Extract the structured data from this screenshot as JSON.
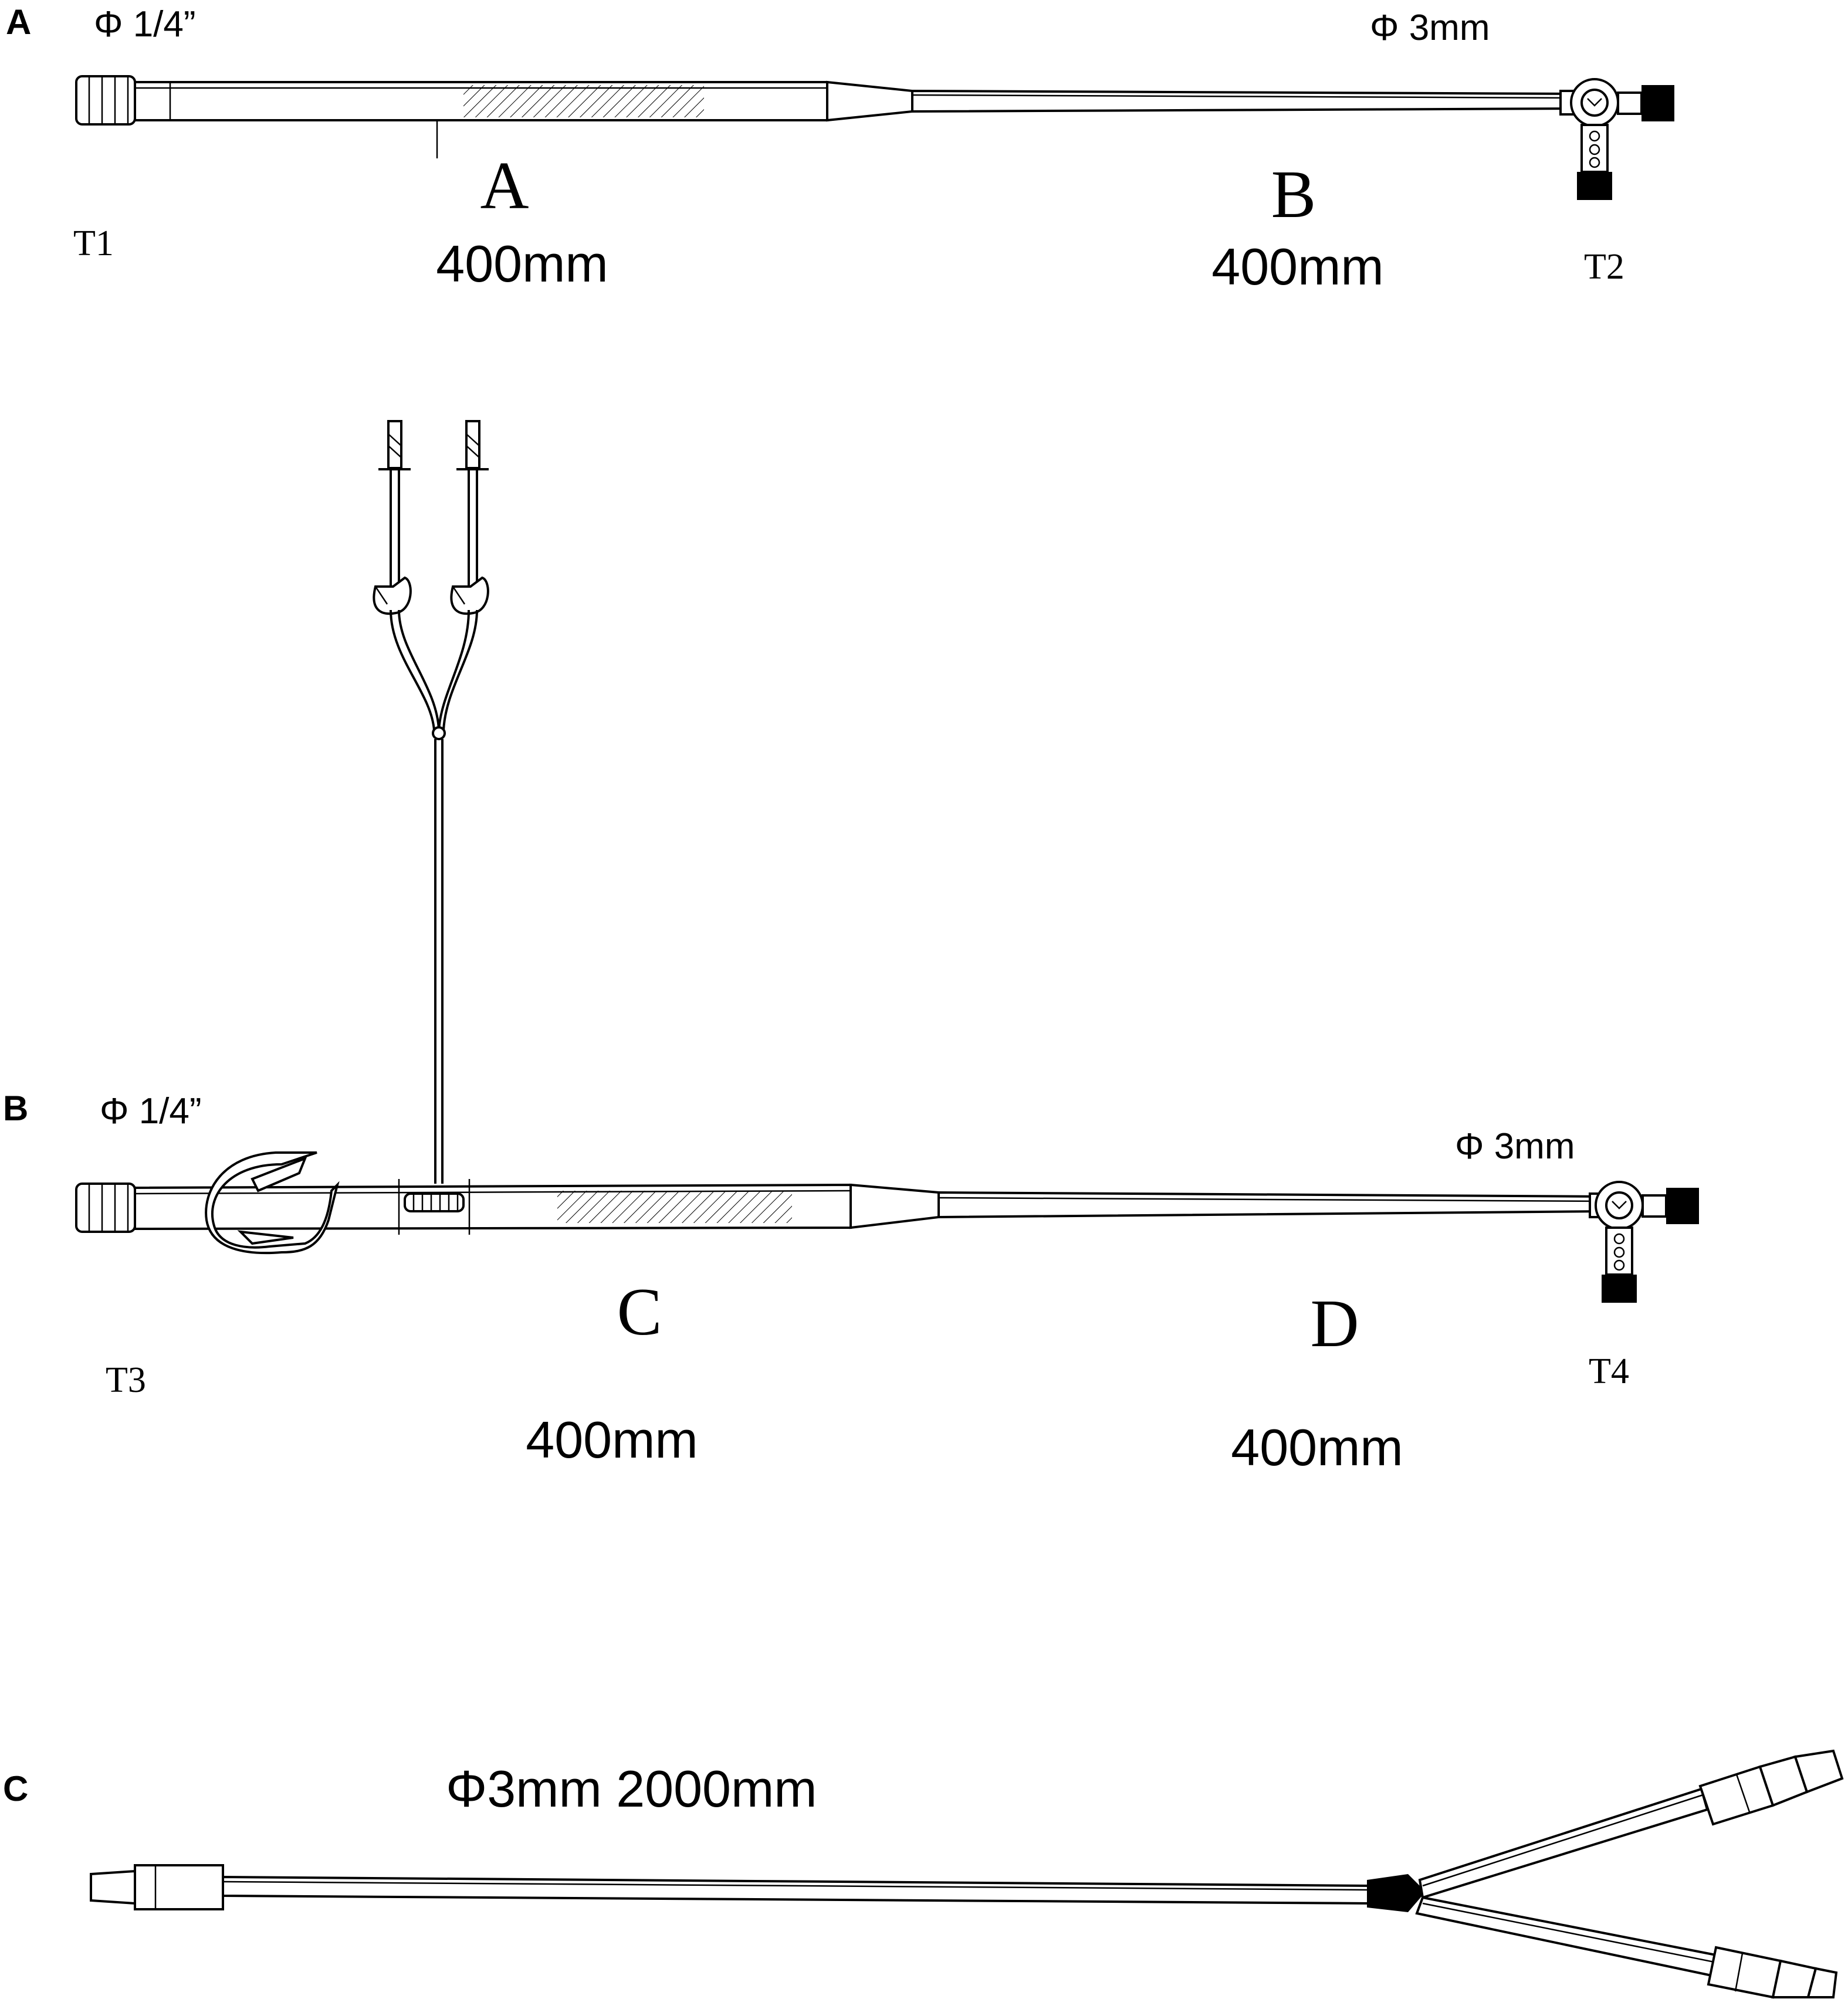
{
  "panels": [
    {
      "letter": "A",
      "dia_left": "Φ 1/4”",
      "dia_right": "Φ 3mm",
      "segments": [
        {
          "letter": "A",
          "length": "400mm"
        },
        {
          "letter": "B",
          "length": "400mm"
        }
      ],
      "ends": [
        "T1",
        "T2"
      ]
    },
    {
      "letter": "B",
      "dia_left": "Φ 1/4”",
      "dia_right": "Φ 3mm",
      "segments": [
        {
          "letter": "C",
          "length": "400mm"
        },
        {
          "letter": "D",
          "length": "400mm"
        }
      ],
      "ends": [
        "T3",
        "T4"
      ]
    },
    {
      "letter": "C",
      "caption": "Φ3mm 2000mm"
    }
  ]
}
